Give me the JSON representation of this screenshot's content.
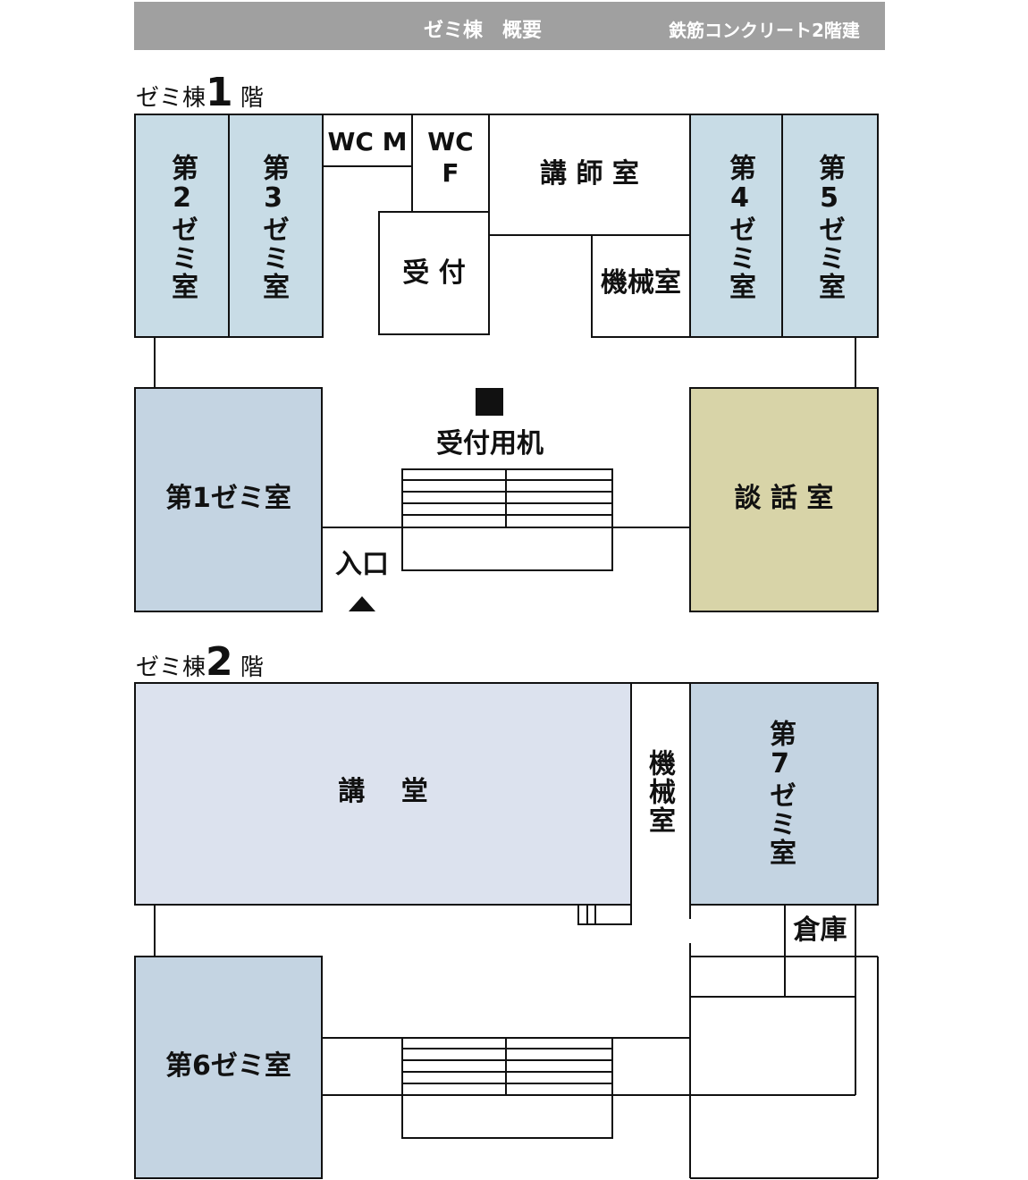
{
  "header": {
    "title": "ゼミ棟　概要",
    "structure": "鉄筋コンクリート2階建"
  },
  "floor1": {
    "label_prefix": "ゼミ棟",
    "label_num": "1",
    "label_suffix": "階",
    "rooms": {
      "seminar2": "第2ゼミ室",
      "seminar3": "第3ゼミ室",
      "wc_m": "WC M",
      "wc_f1": "WC",
      "wc_f2": "F",
      "lecturer": "講 師 室",
      "reception": "受 付",
      "machine": "機械室",
      "seminar4": "第4ゼミ室",
      "seminar5": "第5ゼミ室",
      "seminar1": "第1ゼミ室",
      "lounge": "談 話 室",
      "desk": "受付用机",
      "entrance": "入口"
    }
  },
  "floor2": {
    "label_prefix": "ゼミ棟",
    "label_num": "2",
    "label_suffix": "階",
    "rooms": {
      "hall": "講　 堂",
      "machine": "機械室",
      "seminar7": "第7ゼミ室",
      "storage": "倉庫",
      "seminar6": "第6ゼミ室"
    }
  },
  "colors": {
    "header": "#a0a0a0",
    "seminar_light": "#c8dce6",
    "seminar": "#c4d4e2",
    "hall": "#dce2ee",
    "lounge": "#d8d4a8"
  }
}
